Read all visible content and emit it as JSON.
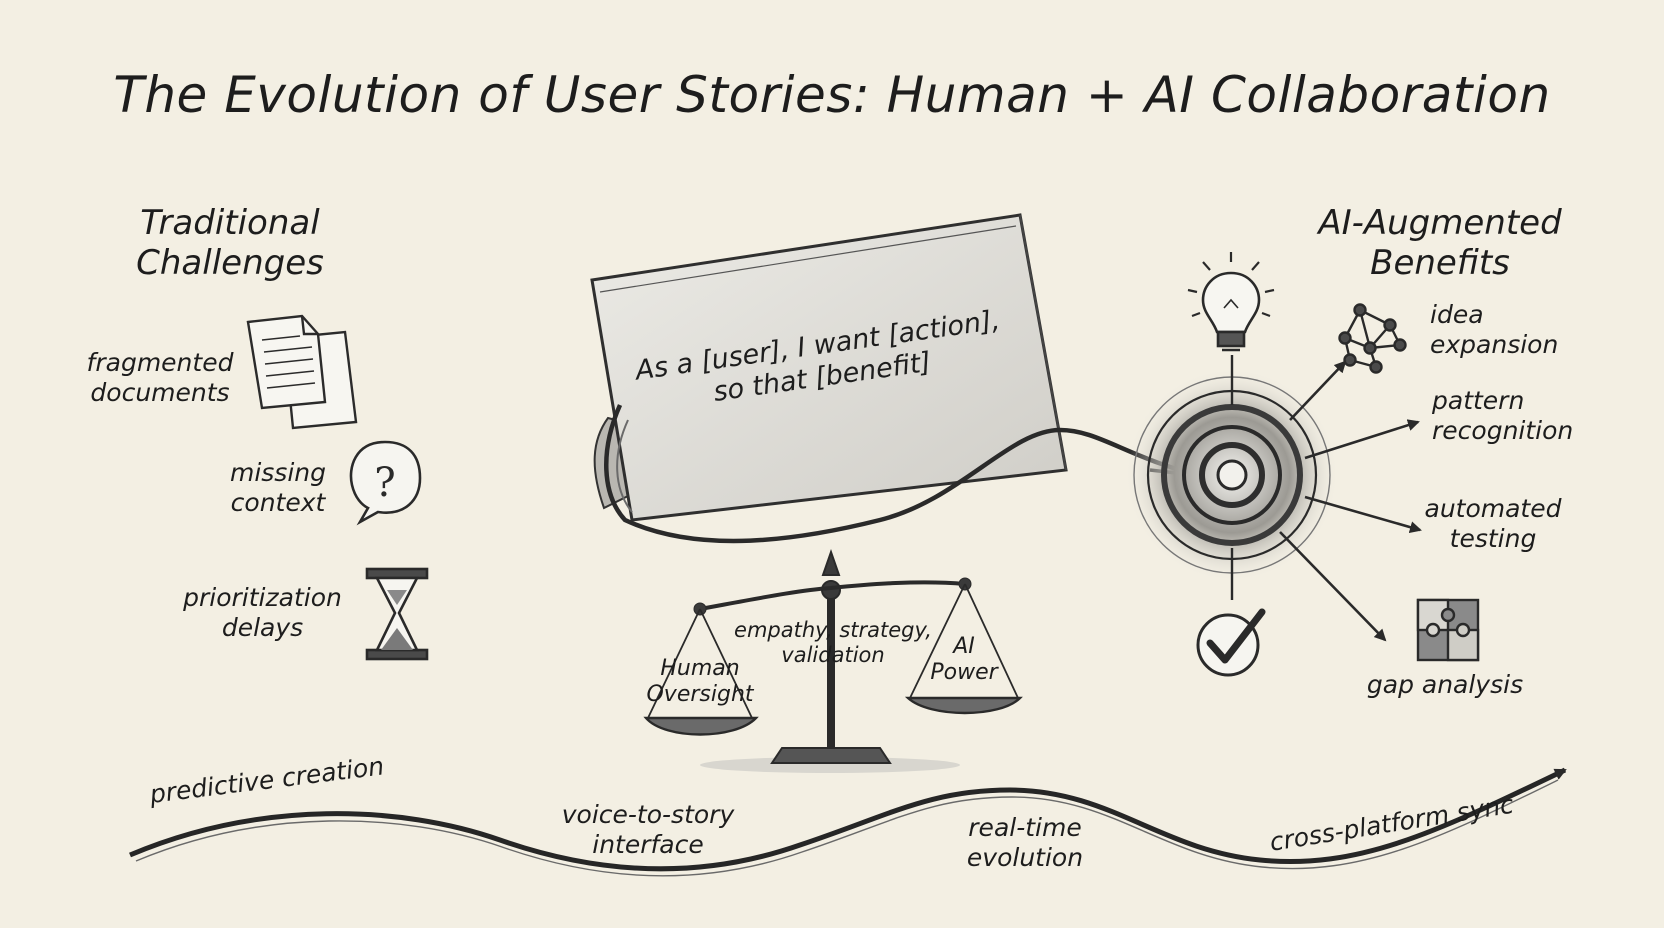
{
  "title": "The Evolution of User Stories: Human + AI Collaboration",
  "left_panel": {
    "heading": [
      "Traditional",
      "Challenges"
    ],
    "items": [
      {
        "label": [
          "fragmented",
          "documents"
        ],
        "icon": "documents-icon"
      },
      {
        "label": [
          "missing",
          "context"
        ],
        "icon": "question-bubble-icon"
      },
      {
        "label": [
          "prioritization",
          "delays"
        ],
        "icon": "hourglass-icon"
      }
    ]
  },
  "story_card": {
    "text": [
      "As a [user], I want [action],",
      "so that [benefit]"
    ]
  },
  "balance": {
    "left_pan": [
      "Human",
      "Oversight"
    ],
    "center": [
      "empathy, strategy,",
      "validation"
    ],
    "right_pan": [
      "AI",
      "Power"
    ],
    "icon": "balance-scale-icon"
  },
  "right_panel": {
    "heading": [
      "AI-Augmented",
      "Benefits"
    ],
    "hub_icon": "target-hub-icon",
    "top_icon": "lightbulb-icon",
    "bottom_icon": "checkmark-icon",
    "items": [
      {
        "label": [
          "idea",
          "expansion"
        ],
        "icon": "network-icon"
      },
      {
        "label": [
          "pattern",
          "recognition"
        ]
      },
      {
        "label": [
          "automated",
          "testing"
        ]
      },
      {
        "label": [
          "gap analysis"
        ],
        "icon": "puzzle-icon"
      }
    ]
  },
  "timeline": {
    "items": [
      [
        "predictive creation"
      ],
      [
        "voice-to-story",
        "interface"
      ],
      [
        "real-time",
        "evolution"
      ],
      [
        "cross-platform sync"
      ]
    ]
  },
  "colors": {
    "paper": "#f3efe3",
    "ink": "#1f1f1f",
    "shade": "#8a8a8a"
  }
}
